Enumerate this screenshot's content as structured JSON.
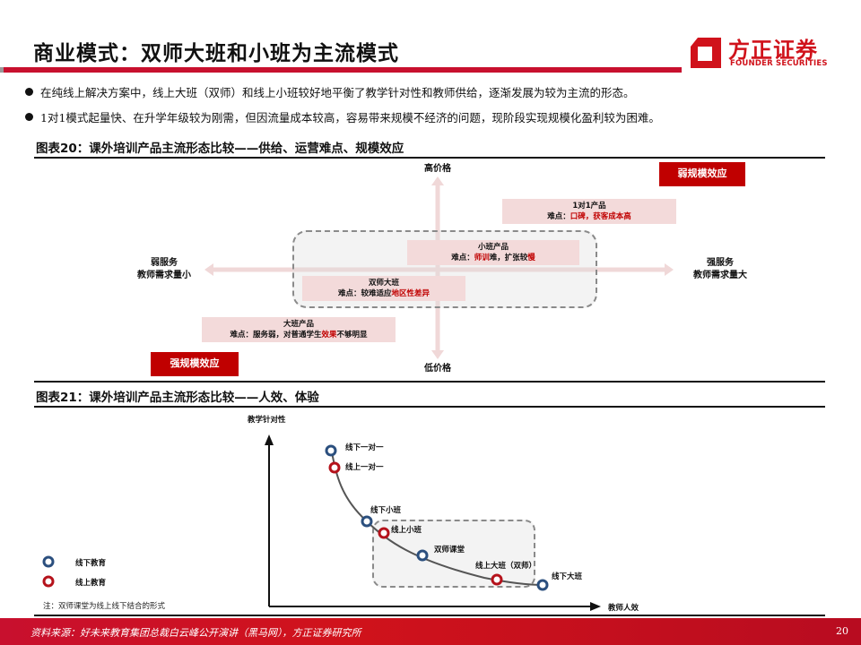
{
  "header": {
    "title": "商业模式：双师大班和小班为主流模式",
    "logo": {
      "cn": "方正证券",
      "en": "FOUNDER SECURITIES"
    }
  },
  "bullets": [
    "在纯线上解决方案中，线上大班（双师）和线上小班较好地平衡了教学针对性和教师供给，逐渐发展为较为主流的形态。",
    "1对1模式起量快、在升学年级较为刚需，但因流量成本较高，容易带来规模不经济的问题，现阶段实现规模化盈利较为困难。"
  ],
  "figure20": {
    "title": "图表20：课外培训产品主流形态比较——供给、运营难点、规模效应",
    "axis": {
      "top": "高价格",
      "bottom": "低价格",
      "left_line1": "弱服务",
      "left_line2": "教师需求量小",
      "right_line1": "强服务",
      "right_line2": "教师需求量大"
    },
    "badges": {
      "weak_scale": "弱规模效应",
      "strong_scale": "强规模效应"
    },
    "products": {
      "one_on_one": {
        "name": "1对1产品",
        "prefix": "难点：",
        "red": "口碑，获客成本高",
        "suffix": ""
      },
      "small_class": {
        "name": "小班产品",
        "prefix": "难点：",
        "red1": "师训",
        "mid": "难，扩张较",
        "red2": "慢"
      },
      "dual_teacher": {
        "name": "双师大班",
        "prefix": "难点：较难适应",
        "red": "地区性差异"
      },
      "large_class": {
        "name": "大班产品",
        "prefix": "难点：服务弱，对普通学生",
        "red": "效果",
        "suffix": "不够明显"
      }
    }
  },
  "figure21": {
    "title": "图表21：课外培训产品主流形态比较——人效、体验",
    "y_label": "教学针对性",
    "x_label": "教师人效",
    "points": [
      {
        "label": "线下一对一",
        "type": "offline"
      },
      {
        "label": "线上一对一",
        "type": "online"
      },
      {
        "label": "线下小班",
        "type": "offline"
      },
      {
        "label": "线上小班",
        "type": "online"
      },
      {
        "label": "双师课堂",
        "type": "offline"
      },
      {
        "label": "线上大班（双师）",
        "type": "online"
      },
      {
        "label": "线下大班",
        "type": "offline"
      }
    ],
    "legend": {
      "offline": "线下教育",
      "online": "线上教育"
    },
    "note": "注：双师课堂为线上线下结合的形式",
    "colors": {
      "offline": "#2b4f7e",
      "online": "#b5121b"
    }
  },
  "footer": {
    "source": "资料来源：好未来教育集团总裁白云峰公开演讲（黑马网），方正证券研究所",
    "page": "20"
  }
}
